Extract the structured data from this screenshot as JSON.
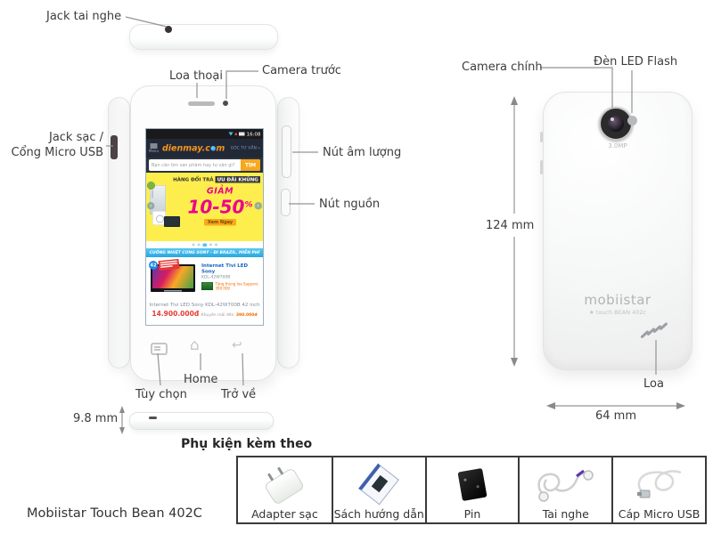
{
  "product": {
    "name": "Mobiistar Touch Bean 402C"
  },
  "callouts": {
    "headphone_jack": "Jack tai nghe",
    "earpiece": "Loa thoại",
    "front_camera": "Camera trước",
    "charging_jack_line1": "Jack sạc /",
    "charging_jack_line2": "Cổng Micro USB",
    "volume_button": "Nút âm lượng",
    "power_button": "Nút nguồn",
    "options_key": "Tùy chọn",
    "home_key": "Home",
    "back_key": "Trở về",
    "main_camera": "Camera chính",
    "led_flash": "Đèn LED Flash",
    "speaker": "Loa"
  },
  "dimensions": {
    "height": "124 mm",
    "width": "64 mm",
    "thickness": "9.8 mm"
  },
  "back_cover": {
    "brand": "mobiistar",
    "model_line": "★ touch BEAN 402c",
    "camera_spec": "3.0MP"
  },
  "screen": {
    "time": "16:08",
    "menu_label": "Menu",
    "logo_main": "dienmay.c",
    "logo_tail": "m",
    "header_link": "GÓC TƯ VẤN »",
    "search_placeholder": "Bạn cần tìm sản phẩm hay tư vấn gì?",
    "search_button": "TÌM",
    "banner_tagline_1": "HÀNG ĐỔI TRẢ",
    "banner_tagline_2": "ƯU ĐÃI KHỦNG",
    "banner_word": "GIẢM",
    "banner_discount": "10-50",
    "banner_percent": "%",
    "banner_cta": "Xem Ngay",
    "ribbon_text": "CUỒNG NHIỆT CÙNG SONY - ĐI BRAZIL, MIỄN PHÍ",
    "promo_badge": "42",
    "product_brand_line1": "Internet Tivi LED Sony",
    "product_brand_line2": "KDL-42W700B",
    "product_gift": "Tặng thùng loa Sapporo 390.000",
    "product_title": "Internet Tivi LED Sony KDL-42W700B 42 inch",
    "price": "14.900.000đ",
    "promo_label": "Khuyến mãi đến",
    "promo_value": "390.000đ"
  },
  "accessories": {
    "heading": "Phụ kiện kèm theo",
    "items": [
      {
        "label": "Adapter sạc"
      },
      {
        "label": "Sách hướng dẫn"
      },
      {
        "label": "Pin"
      },
      {
        "label": "Tai nghe"
      },
      {
        "label": "Cáp Micro USB"
      }
    ]
  },
  "colors": {
    "accent_orange": "#f7941d",
    "accent_pink": "#ec008c",
    "ribbon_blue": "#35b8ef",
    "price_red": "#e53935",
    "banner_yellow": "#fdee4d"
  }
}
